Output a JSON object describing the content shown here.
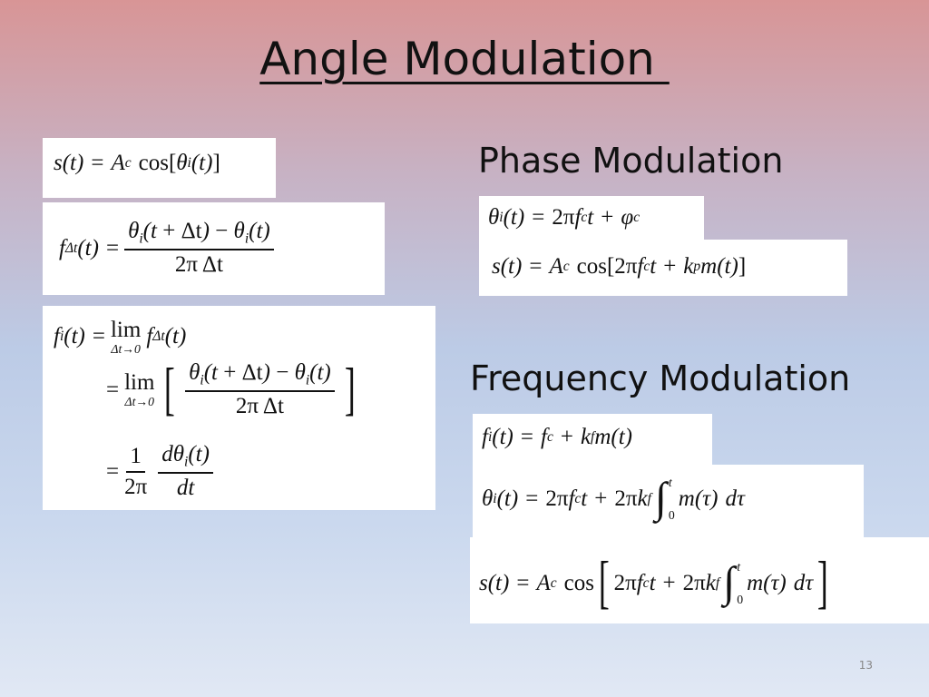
{
  "slide": {
    "title": "Angle Modulation ",
    "page_number": "13"
  },
  "headings": {
    "phase": "Phase Modulation",
    "frequency": "Frequency Modulation"
  },
  "symbols": {
    "s_t": "s(t)",
    "equals": "=",
    "A": "A",
    "c": "c",
    "cos": "cos",
    "theta": "θ",
    "i": "i",
    "t": "(t)",
    "f": "f",
    "dt_sub": "Δt",
    "two_pi": "2π",
    "delta_t": "Δt",
    "lim": "lim",
    "lim_under": "Δt→0",
    "one": "1",
    "d_theta": "dθ",
    "dt": "dt",
    "phi": "φ",
    "k": "k",
    "p": "p",
    "m_t": "m(t)",
    "plus": "+",
    "minus": "−",
    "integral": "∫",
    "int_upper": "t",
    "int_lower": "0",
    "m_tau": "m(τ)",
    "d_tau": "dτ"
  }
}
